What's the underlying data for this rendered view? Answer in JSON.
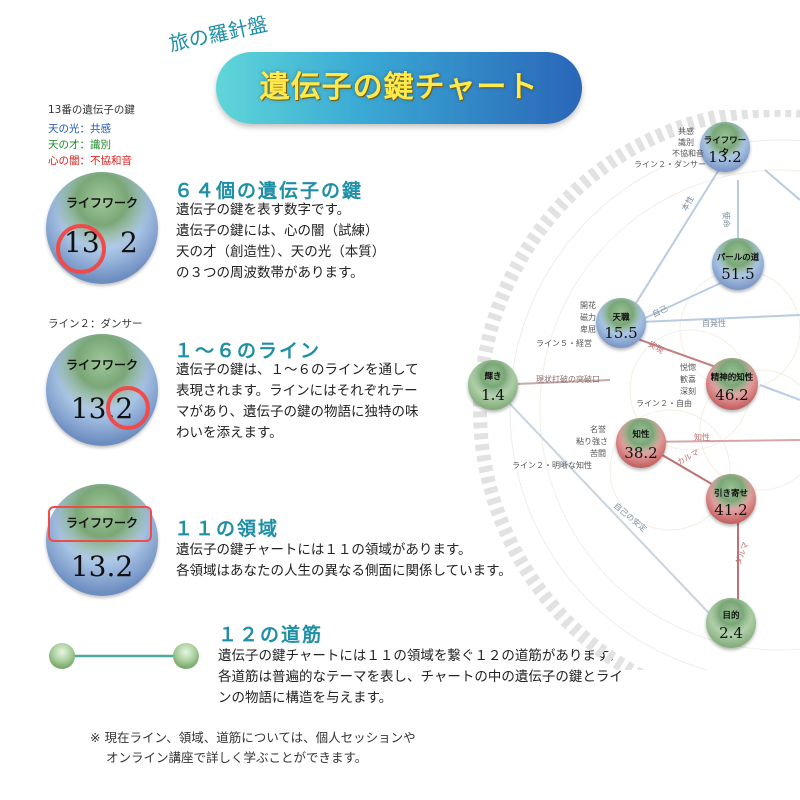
{
  "header": {
    "subtitle": "旅の羅針盤",
    "title": "遺伝子の鍵チャート"
  },
  "legend": {
    "heading": "13番の遺伝子の鍵",
    "light": "天の光：共感",
    "gift": "天の才：識別",
    "shadow": "心の闇：不協和音",
    "colors": {
      "light": "#1a56b8",
      "gift": "#1a8a2a",
      "shadow": "#e0201f"
    }
  },
  "sections": [
    {
      "title": "６４個の遺伝子の鍵",
      "lines": [
        "遺伝子の鍵を表す数字です。",
        "遺伝子の鍵には、心の闇（試練）",
        "天の才（創造性）、天の光（本質）",
        "の３つの周波数帯があります。"
      ],
      "ball": {
        "label": "ライフワーク",
        "key": "13",
        "line": "2"
      }
    },
    {
      "caption": "ライン２：ダンサー",
      "title": "１～６のライン",
      "lines": [
        "遺伝子の鍵は、１～６のラインを通して",
        "表現されます。ラインにはそれぞれテー",
        "マがあり、遺伝子の鍵の物語に独特の味",
        "わいを添えます。"
      ],
      "ball": {
        "label": "ライフワーク",
        "value": "13.2"
      }
    },
    {
      "title": "１１の領域",
      "lines": [
        "遺伝子の鍵チャートには１１の領域があります。",
        "各領域はあなたの人生の異なる側面に関係しています。"
      ],
      "ball": {
        "label": "ライフワーク",
        "value": "13.2"
      }
    },
    {
      "title": "１２の道筋",
      "lines": [
        "遺伝子の鍵チャートには１１の領域を繋ぐ１２の道筋があります。",
        "各道筋は普遍的なテーマを表し、チャートの中の遺伝子の鍵とライ",
        "ンの物語に構造を与えます。"
      ]
    }
  ],
  "footnote": [
    "※ 現在ライン、領域、道筋については、個人セッションや",
    "オンライン講座で詳しく学ぶことができます。"
  ],
  "chart": {
    "nodes": [
      {
        "id": "lifework",
        "label": "ライフワーク",
        "value": "13.2",
        "color": "blue"
      },
      {
        "id": "pearl",
        "label": "パールの道",
        "value": "51.5",
        "color": "blue"
      },
      {
        "id": "tenshoku",
        "label": "天職",
        "value": "15.5",
        "color": "blue"
      },
      {
        "id": "kagayaki",
        "label": "輝き",
        "value": "1.4",
        "color": "green"
      },
      {
        "id": "seishin",
        "label": "精神的知性",
        "value": "46.2",
        "color": "red"
      },
      {
        "id": "chisei",
        "label": "知性",
        "value": "38.2",
        "color": "red"
      },
      {
        "id": "hikiyose",
        "label": "引き寄せ",
        "value": "41.2",
        "color": "red"
      },
      {
        "id": "mokuteki",
        "label": "目的",
        "value": "2.4",
        "color": "green"
      }
    ],
    "annotations": {
      "lifework": [
        "共感",
        "識別",
        "不協和音",
        "ライン２・ダンサー"
      ],
      "tenshoku": [
        "開花",
        "磁力",
        "卑屈",
        "ライン５・経営"
      ],
      "seishin": [
        "悦惚",
        "歓喜",
        "深刻",
        "ライン２・自由"
      ],
      "chisei": [
        "名誉",
        "粘り強さ",
        "苦闘",
        "ライン２・明晰な知性"
      ]
    },
    "paths": {
      "kagayaki_seishin": "現状打破の突破口",
      "kagayaki_mokuteki": "自己の安定",
      "tenshoku_pearl": "自発性",
      "chisei_right": "知性",
      "hikiyose_mokuteki": "ダルマ",
      "chisei_hikiyose": "カルマ",
      "lifework_tenshoku": "本性",
      "pearl_lifework": "使命",
      "tenshoku_seishin": "実現",
      "pearl_tenshoku": "自己"
    }
  }
}
